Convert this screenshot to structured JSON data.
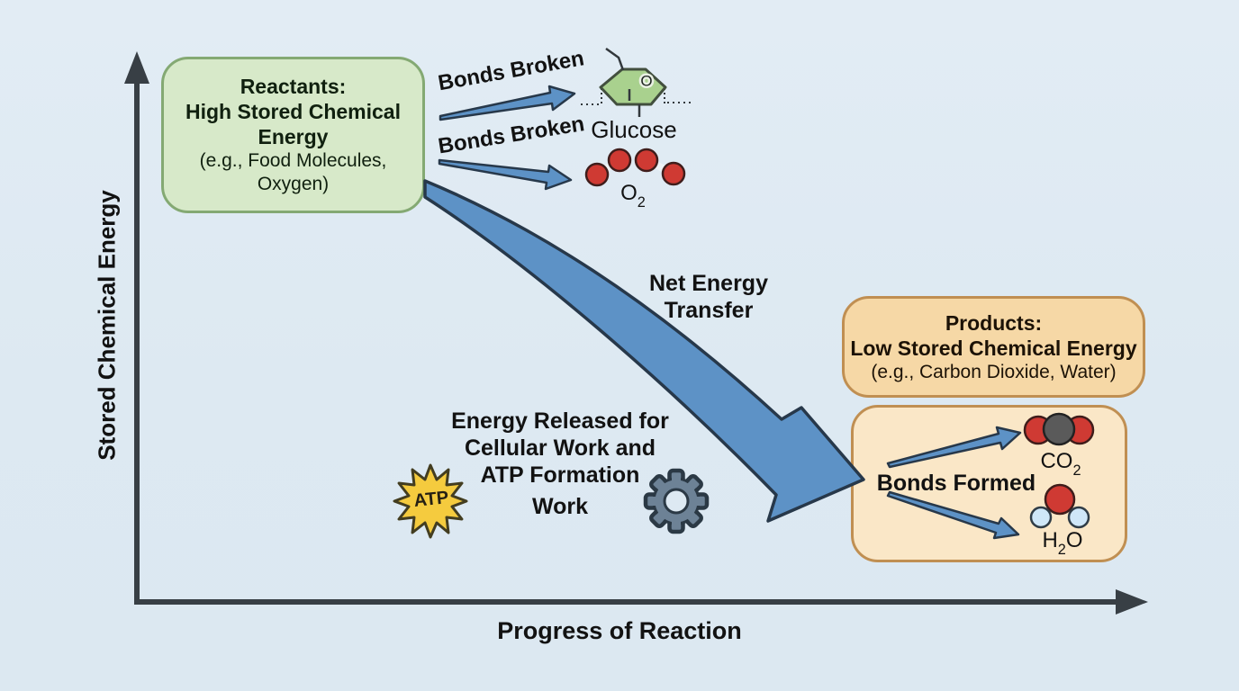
{
  "background_color": "#dde9f2",
  "axes": {
    "y_label": "Stored Chemical Energy",
    "x_label": "Progress of Reaction"
  },
  "reactants_box": {
    "title": "Reactants:",
    "subtitle": "High Stored Chemical Energy",
    "example": "(e.g., Food Molecules, Oxygen)"
  },
  "products_box": {
    "title": "Products:",
    "subtitle": "Low Stored Chemical Energy",
    "example": "(e.g., Carbon Dioxide, Water)"
  },
  "labels": {
    "bonds_broken": [
      "Bonds Broken",
      "Bonds Broken"
    ],
    "bonds_formed": "Bonds Formed",
    "net_energy_transfer": [
      "Net Energy",
      "Transfer"
    ],
    "energy_released": [
      "Energy Released for",
      "Cellular Work and",
      "ATP Formation",
      "Work"
    ]
  },
  "molecules": {
    "glucose_label": "Glucose",
    "ring_oxygen": "O",
    "o2": {
      "symbol": "O",
      "subscript": "2"
    },
    "co2": {
      "symbol": "CO",
      "subscript": "2"
    },
    "h2o": {
      "prefix": "H",
      "subscript": "2",
      "suffix": "O"
    }
  },
  "atp_label": "ATP",
  "colors": {
    "arrow_blue": "#5d92c6",
    "arrow_outline": "#27384a",
    "box_green": "#d7e9c9",
    "box_green_border": "#84a973",
    "box_orange": "#f6d8a6",
    "box_orange_light": "#fae7c7",
    "box_orange_border": "#c08f52",
    "atp_yellow": "#f5cb3e",
    "gear_gray": "#6d8296",
    "molecule_red": "#cf3a33",
    "molecule_carbon": "#5a5a5a",
    "molecule_hydrogen": "#cfe7f8",
    "glucose_green": "#a9d18e",
    "axis_dark": "#383f45"
  }
}
